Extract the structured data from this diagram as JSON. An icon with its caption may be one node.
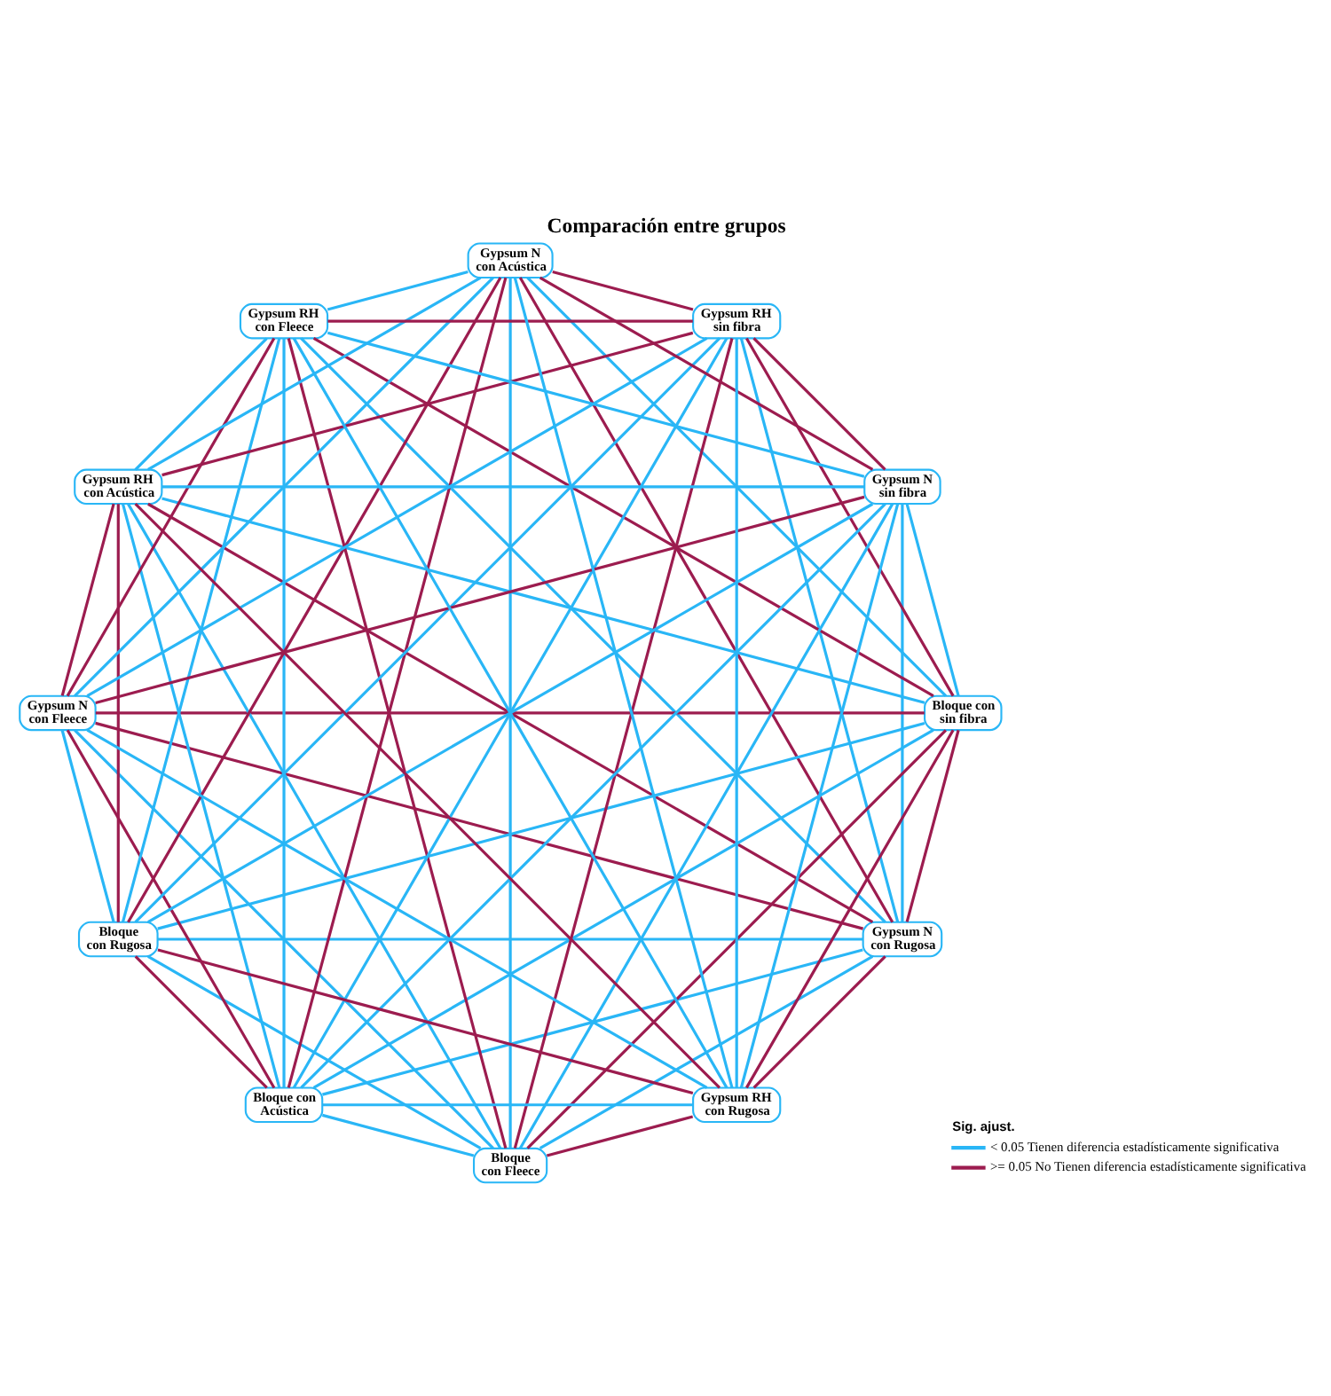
{
  "diagram": {
    "title": "Comparación entre grupos",
    "nodes": [
      {
        "text": [
          "Gypsum N con Rugosa"
        ]
      },
      {
        "text": [
          "Bloque con sin fibra"
        ]
      },
      {
        "text": [
          "Bloque con Fleece"
        ]
      },
      {
        "text": [
          "Bloque con Acústica"
        ]
      },
      {
        "text": [
          "Bloque con Rugosa"
        ]
      },
      {
        "text": [
          "Gypsum N con Fleece"
        ]
      },
      {
        "text": [
          "Gypsum RH con Acústica"
        ]
      },
      {
        "text": [
          "Gypsum RH con Fleece"
        ]
      },
      {
        "text": [
          "Gypsum N con Acústica"
        ]
      },
      {
        "text": [
          "Gypsum RH sin fibra"
        ]
      },
      {
        "text": [
          "Gypsum N sin fibra"
        ]
      },
      {
        "text": [
          "Gypsum RH con Rugosa"
        ]
      }
    ],
    "edges": [
      {
        "from": 0,
        "to": 1,
        "arrow": "none",
        "color": "#9c1c4f"
      },
      {
        "from": 0,
        "to": 2,
        "arrow": "none"
      },
      {
        "from": 0,
        "to": 3,
        "arrow": "none"
      },
      {
        "from": 0,
        "to": 4,
        "arrow": "none"
      },
      {
        "from": 0,
        "to": 5,
        "arrow": "none",
        "color": "#9c1c4f"
      },
      {
        "from": 0,
        "to": 6,
        "arrow": "none",
        "color": "#9c1c4f"
      },
      {
        "from": 0,
        "to": 7,
        "arrow": "none"
      },
      {
        "from": 0,
        "to": 8,
        "arrow": "none",
        "color": "#9c1c4f"
      },
      {
        "from": 0,
        "to": 9,
        "arrow": "none"
      },
      {
        "from": 0,
        "to": 10,
        "arrow": "none"
      },
      {
        "from": 0,
        "to": 11,
        "arrow": "none",
        "color": "#9c1c4f"
      },
      {
        "from": 1,
        "to": 2,
        "arrow": "none",
        "color": "#9c1c4f"
      },
      {
        "from": 1,
        "to": 3,
        "arrow": "none"
      },
      {
        "from": 1,
        "to": 4,
        "arrow": "none"
      },
      {
        "from": 1,
        "to": 5,
        "arrow": "none",
        "color": "#9c1c4f"
      },
      {
        "from": 1,
        "to": 6,
        "arrow": "none"
      },
      {
        "from": 1,
        "to": 7,
        "arrow": "none",
        "color": "#9c1c4f"
      },
      {
        "from": 1,
        "to": 8,
        "arrow": "none"
      },
      {
        "from": 1,
        "to": 9,
        "arrow": "none",
        "color": "#9c1c4f"
      },
      {
        "from": 1,
        "to": 10,
        "arrow": "none"
      },
      {
        "from": 1,
        "to": 11,
        "arrow": "none",
        "color": "#9c1c4f"
      },
      {
        "from": 2,
        "to": 3,
        "arrow": "none"
      },
      {
        "from": 2,
        "to": 4,
        "arrow": "none"
      },
      {
        "from": 2,
        "to": 5,
        "arrow": "none"
      },
      {
        "from": 2,
        "to": 6,
        "arrow": "none"
      },
      {
        "from": 2,
        "to": 7,
        "arrow": "none",
        "color": "#9c1c4f"
      },
      {
        "from": 2,
        "to": 8,
        "arrow": "none"
      },
      {
        "from": 2,
        "to": 9,
        "arrow": "none",
        "color": "#9c1c4f"
      },
      {
        "from": 2,
        "to": 10,
        "arrow": "none"
      },
      {
        "from": 2,
        "to": 11,
        "arrow": "none",
        "color": "#9c1c4f"
      },
      {
        "from": 3,
        "to": 4,
        "arrow": "none",
        "color": "#9c1c4f"
      },
      {
        "from": 3,
        "to": 5,
        "arrow": "none",
        "color": "#9c1c4f"
      },
      {
        "from": 3,
        "to": 6,
        "arrow": "none"
      },
      {
        "from": 3,
        "to": 7,
        "arrow": "none"
      },
      {
        "from": 3,
        "to": 8,
        "arrow": "none",
        "color": "#9c1c4f"
      },
      {
        "from": 3,
        "to": 9,
        "arrow": "none"
      },
      {
        "from": 3,
        "to": 10,
        "arrow": "none"
      },
      {
        "from": 3,
        "to": 11,
        "arrow": "none"
      },
      {
        "from": 4,
        "to": 5,
        "arrow": "none"
      },
      {
        "from": 4,
        "to": 6,
        "arrow": "none",
        "color": "#9c1c4f"
      },
      {
        "from": 4,
        "to": 7,
        "arrow": "none"
      },
      {
        "from": 4,
        "to": 8,
        "arrow": "none",
        "color": "#9c1c4f"
      },
      {
        "from": 4,
        "to": 9,
        "arrow": "none"
      },
      {
        "from": 4,
        "to": 10,
        "arrow": "none"
      },
      {
        "from": 4,
        "to": 11,
        "arrow": "none",
        "color": "#9c1c4f"
      },
      {
        "from": 5,
        "to": 6,
        "arrow": "none",
        "color": "#9c1c4f"
      },
      {
        "from": 5,
        "to": 7,
        "arrow": "none",
        "color": "#9c1c4f"
      },
      {
        "from": 5,
        "to": 8,
        "arrow": "none"
      },
      {
        "from": 5,
        "to": 9,
        "arrow": "none"
      },
      {
        "from": 5,
        "to": 10,
        "arrow": "none",
        "color": "#9c1c4f"
      },
      {
        "from": 5,
        "to": 11,
        "arrow": "none"
      },
      {
        "from": 6,
        "to": 7,
        "arrow": "none"
      },
      {
        "from": 6,
        "to": 8,
        "arrow": "none"
      },
      {
        "from": 6,
        "to": 9,
        "arrow": "none",
        "color": "#9c1c4f"
      },
      {
        "from": 6,
        "to": 10,
        "arrow": "none"
      },
      {
        "from": 6,
        "to": 11,
        "arrow": "none",
        "color": "#9c1c4f"
      },
      {
        "from": 7,
        "to": 8,
        "arrow": "none"
      },
      {
        "from": 7,
        "to": 9,
        "arrow": "none",
        "color": "#9c1c4f"
      },
      {
        "from": 7,
        "to": 10,
        "arrow": "none"
      },
      {
        "from": 7,
        "to": 11,
        "arrow": "none"
      },
      {
        "from": 8,
        "to": 9,
        "arrow": "none",
        "color": "#9c1c4f"
      },
      {
        "from": 8,
        "to": 10,
        "arrow": "none",
        "color": "#9c1c4f"
      },
      {
        "from": 8,
        "to": 11,
        "arrow": "none"
      },
      {
        "from": 9,
        "to": 10,
        "arrow": "none",
        "color": "#9c1c4f"
      },
      {
        "from": 9,
        "to": 11,
        "arrow": "none"
      },
      {
        "from": 10,
        "to": 11,
        "arrow": "none"
      }
    ],
    "labels": [
      "Sig. ajust."
    ],
    "legend": [
      {
        "text": "< 0.05 Tienen diferencia estadísticamente significativa"
      },
      {
        "text": ">= 0.05 No Tienen diferencia estadísticamente significativa"
      }
    ]
  }
}
